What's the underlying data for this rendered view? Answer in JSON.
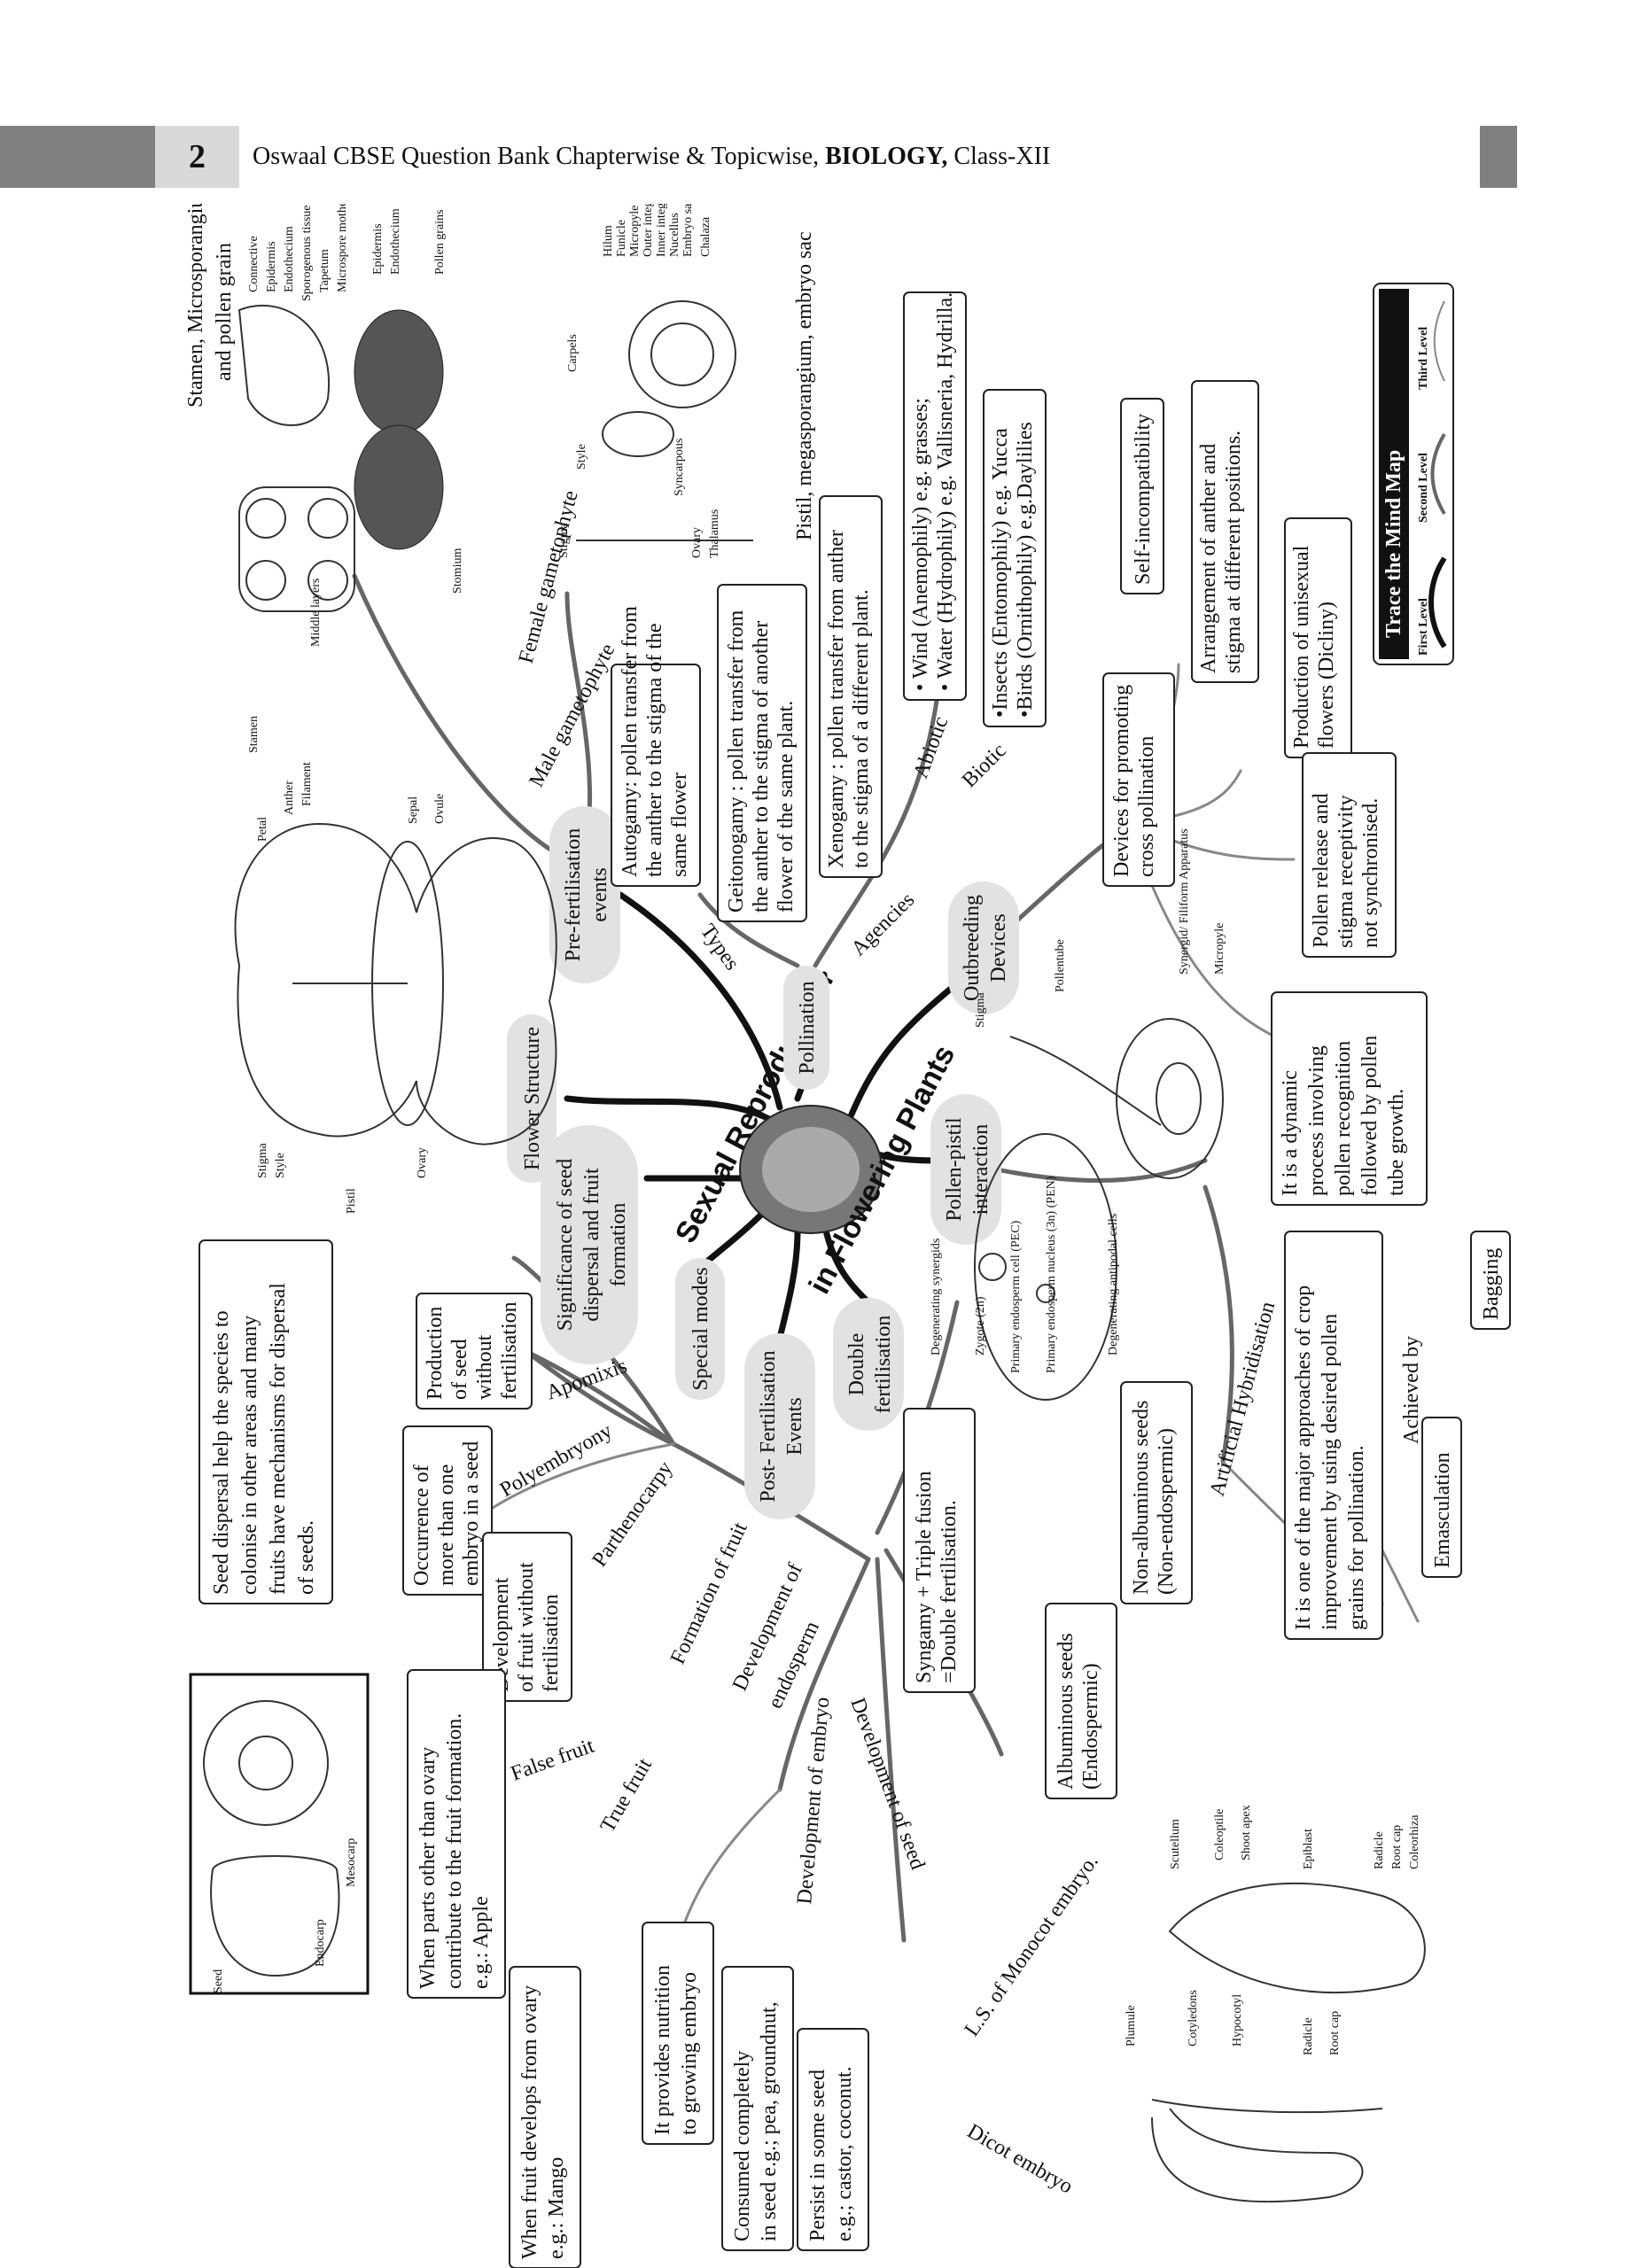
{
  "header": {
    "page_number": "2",
    "title_prefix": "Oswaal CBSE Question Bank Chapterwise & Topicwise,",
    "title_subject": "BIOLOGY,",
    "title_class": "Class-XII"
  },
  "center": {
    "line1": "Sexual Reproduction",
    "line2": "in Flowering Plants"
  },
  "legend": {
    "title": "Trace the Mind Map",
    "first": "First Level",
    "second": "Second Level",
    "third": "Third Level"
  },
  "nodes": {
    "flower_structure": "Flower Structure",
    "pre_fert_1": "Pre-fertilisation",
    "pre_fert_2": "events",
    "pollination": "Pollination",
    "outbreeding_1": "Outbreeding",
    "outbreeding_2": "Devices",
    "pollen_pistil_1": "Pollen-pistil",
    "pollen_pistil_2": "interaction",
    "double_fert_1": "Double",
    "double_fert_2": "fertilisation",
    "post_fert_1": "Post- Fertilisation",
    "post_fert_2": "Events",
    "special_modes": "Special modes",
    "significance_1": "Significance of seed",
    "significance_2": "dispersal and fruit",
    "significance_3": "formation"
  },
  "branch_labels": {
    "male_gametophyte": "Male gametophyte",
    "female_gametophyte": "Female gametophyte",
    "types": "Types",
    "agencies": "Agencies",
    "abiotic": "Abiotic",
    "biotic": "Biotic",
    "artificial_hybridisation": "Artificial Hybridisation",
    "achieved_by": "Achieved by",
    "development_of_seed": "Development of seed",
    "development_of_embryo": "Development of embryo",
    "development_of_endosperm_1": "Development of",
    "development_of_endosperm_2": "endosperm",
    "formation_of_fruit": "Formation of fruit",
    "false_fruit": "False fruit",
    "true_fruit": "True fruit",
    "apomixis": "Apomixis",
    "polyembryony": "Polyembryony",
    "parthenocarpy": "Parthenocarpy",
    "ls_monocot": "L.S. of Monocot embryo.",
    "dicot_embryo": "Dicot embryo"
  },
  "boxes": {
    "stamen_title_1": "Stamen, Microsporangium",
    "stamen_title_2": "and pollen grain",
    "pistil_title": "Pistil, megasporangium, embryo sac",
    "autogamy": [
      "Autogamy: pollen transfer from",
      "the anther to the stigma of the",
      "same flower"
    ],
    "geitonogamy": [
      "Geitonogamy : pollen transfer from",
      "the anther to the stigma of another",
      "flower of the same plant."
    ],
    "xenogamy": [
      "Xenogamy : pollen transfer from anther",
      "to the stigma of a different plant."
    ],
    "abiotic_agents": [
      "• Wind (Anemophily) e.g. grasses;",
      "• Water (Hydrophily) e.g. Vallisneria, Hydrilla."
    ],
    "biotic_agents": [
      "•Insects (Entomophily) e.g. Yucca",
      "•Birds (Ornithophily)  e.g.Daylilies"
    ],
    "self_incompatibility": "Self-incompatibility",
    "arrangement": [
      "Arrangement of anther and",
      "stigma at different positions."
    ],
    "unisexual": [
      "Production of unisexual",
      "flowers (Dicliny)"
    ],
    "devices_promoting": [
      "Devices for promoting",
      "cross pollination"
    ],
    "pollen_release": [
      "Pollen release and",
      "stigma receptivity",
      "not synchronised."
    ],
    "dynamic_process": [
      "It is a dynamic",
      "process  involving",
      "pollen recognition",
      "followed by pollen",
      "tube growth."
    ],
    "crop_improvement": [
      "It is one of the major approaches of crop",
      "improvement by using desired pollen",
      "grains for pollination."
    ],
    "emasculation": "Emasculation",
    "bagging": "Bagging",
    "syngamy": [
      "Syngamy + Triple fusion",
      "=Double fertilisation."
    ],
    "albuminous": [
      "Albuminous seeds",
      "(Endospermic)"
    ],
    "non_albuminous": [
      "Non-albuminous seeds",
      "(Non-endospermic)"
    ],
    "seed_dispersal": [
      "Seed dispersal help the species to",
      "colonise in other areas and many",
      "fruits have mechanisms for dispersal",
      "of seeds."
    ],
    "production_seed": [
      "Production",
      "of seed",
      "without",
      "fertilisation"
    ],
    "occurrence": [
      "Occurrence  of",
      "more  than  one",
      "embryo in a seed"
    ],
    "dev_fruit": [
      "Development",
      "of fruit without",
      "fertilisation"
    ],
    "parts_other": [
      "When  parts  other  than  ovary",
      "contribute to the fruit formation.",
      "e.g.: Apple"
    ],
    "fruit_develops": [
      "When fruit develops from ovary",
      "e.g.: Mango"
    ],
    "provides_nutrition": [
      "It provides nutrition",
      "to growing embryo"
    ],
    "consumed": [
      "Consumed completely",
      "in seed  e.g.; pea, groundnut,"
    ],
    "persist": [
      "Persist in some seed",
      "e.g.; castor, coconut."
    ]
  },
  "figure_labels": {
    "flower": [
      "Petal",
      "Anther",
      "Filament",
      "Stamen",
      "Sepal",
      "Ovule",
      "Stigma",
      "Style",
      "Ovary",
      "Pistil"
    ],
    "microsporangium": [
      "Connective",
      "Epidermis",
      "Endothecium",
      "Sporogenous tissue",
      "Middle layers",
      "Tapetum",
      "Microspore mother cells",
      "Epidermis",
      "Endothecium",
      "Pollen grains",
      "Stomium"
    ],
    "pistil": [
      "Stigma",
      "Style",
      "Ovary",
      "Thalamus",
      "Syncarpous",
      "Carpels",
      "Hilum",
      "Funicle",
      "Micropyle",
      "Outer integument",
      "Inner integument",
      "Nucellus",
      "Embryo sac",
      "Chalaza"
    ],
    "pollen_tube": [
      "Stigma",
      "Pollentube",
      "Synergid/ Filiform Apparatus",
      "Micropyle"
    ],
    "embryo_sac": [
      "Degenerating synergids",
      "Zygote (2n)",
      "Primary endosperm cell (PEC)",
      "Primary endosperm nucleus (3n) (PEN)",
      "Degenerating antipodal cells"
    ],
    "monocot": [
      "Scutellum",
      "Coleoptile",
      "Shoot apex",
      "Epiblast",
      "Radicle",
      "Root cap",
      "Coleorhiza"
    ],
    "dicot": [
      "Plumule",
      "Cotyledons",
      "Hypocotyl",
      "Radicle",
      "Root cap"
    ],
    "fruit": [
      "Seed",
      "Endocarp",
      "Mesocarp"
    ]
  }
}
